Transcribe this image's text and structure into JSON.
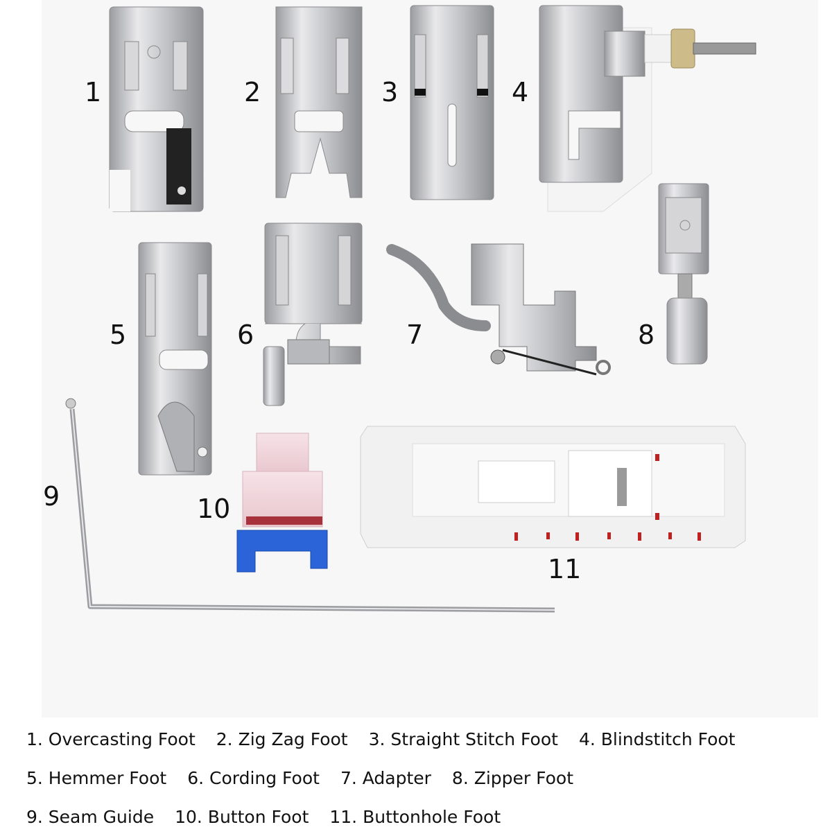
{
  "numbers": [
    "1",
    "2",
    "3",
    "4",
    "5",
    "6",
    "7",
    "8",
    "9",
    "10",
    "11"
  ],
  "legend": {
    "row1": [
      "1. Overcasting Foot",
      "2. Zig Zag Foot",
      "3. Straight Stitch Foot",
      "4. Blindstitch Foot"
    ],
    "row2": [
      "5. Hemmer Foot",
      "6. Cording Foot",
      "7. Adapter",
      "8. Zipper Foot"
    ],
    "row3": [
      "9. Seam Guide",
      "10. Button Foot",
      "11. Buttonhole Foot"
    ]
  },
  "colors": {
    "metal": "#c9c9cb",
    "metal_dark": "#8e8f93",
    "plastic_white": "#f2f2f2",
    "clear_pink": "#efd6dc",
    "blue": "#2b64d8",
    "red_mark": "#c02020"
  }
}
